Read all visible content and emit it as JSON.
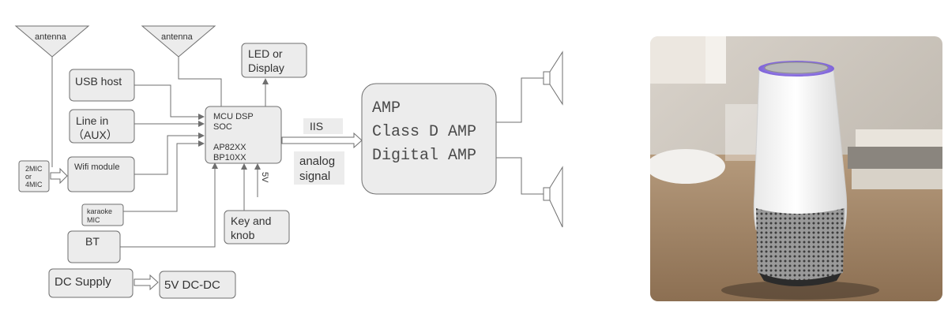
{
  "diagram": {
    "antenna_left": "antenna",
    "antenna_center": "antenna",
    "led_display": [
      "LED or",
      "Display"
    ],
    "usb_host": "USB host",
    "line_in": [
      "Line in",
      "（AUX）"
    ],
    "mic_options": [
      "2MIC",
      "or",
      "4MIC"
    ],
    "wifi_module": "Wifi module",
    "karaoke_mic": [
      "karaoke",
      "MIC"
    ],
    "bt": "BT",
    "dc_supply": "DC Supply",
    "dc_dc": "5V DC-DC",
    "soc": {
      "line1": "MCU  DSP",
      "line2": "SOC",
      "line3": "AP82XX",
      "line4": "BP10XX"
    },
    "power_5v": "5V",
    "key_knob": [
      "Key and",
      "knob"
    ],
    "iis": "IIS",
    "analog_signal": [
      "analog",
      "signal"
    ],
    "amp": [
      "AMP",
      "Class D AMP",
      "Digital AMP"
    ]
  },
  "colors": {
    "block_fill": "#ececec",
    "line": "#6f6f6f",
    "text": "#333333"
  },
  "photo": {
    "subject": "white-cylindrical-smart-speaker-icon"
  }
}
